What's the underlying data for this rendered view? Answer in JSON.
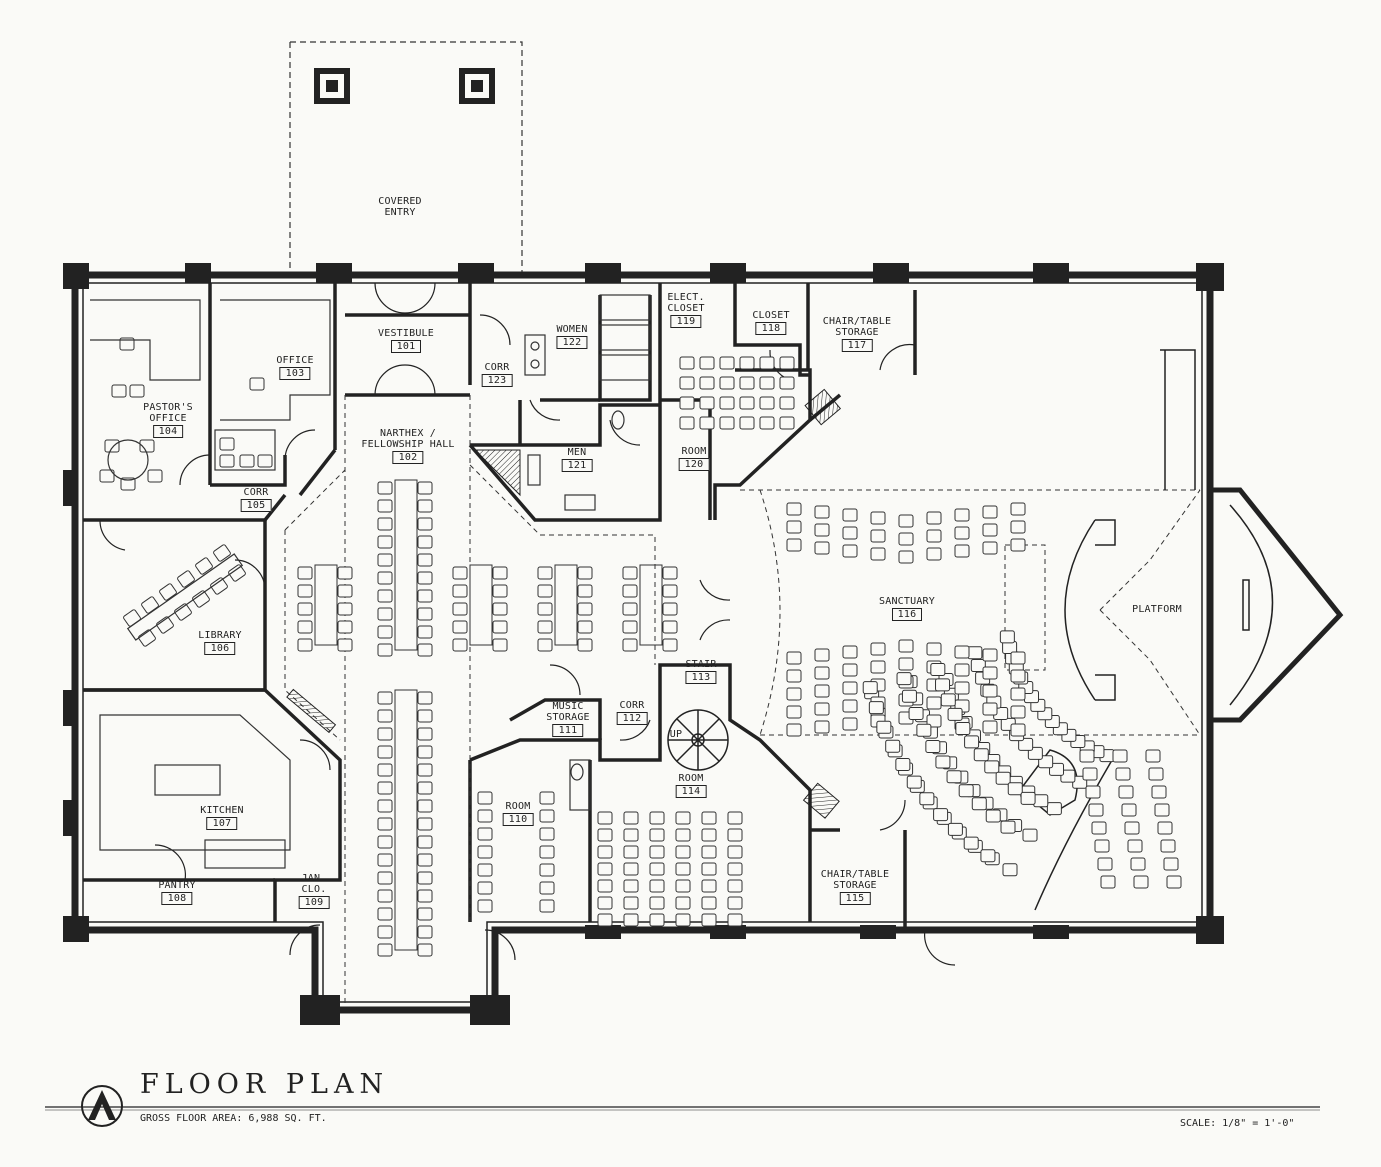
{
  "title": "FLOOR PLAN",
  "gross_area": "GROSS FLOOR AREA: 6,988 SQ. FT.",
  "scale": "SCALE: 1/8\" = 1'-0\"",
  "rooms": {
    "covered_entry": {
      "name": [
        "COVERED",
        "ENTRY"
      ]
    },
    "vestibule": {
      "name": [
        "VESTIBULE"
      ],
      "num": "101"
    },
    "narthex": {
      "name": [
        "NARTHEX /",
        "FELLOWSHIP HALL"
      ],
      "num": "102"
    },
    "office": {
      "name": [
        "OFFICE"
      ],
      "num": "103"
    },
    "pastors_office": {
      "name": [
        "PASTOR'S",
        "OFFICE"
      ],
      "num": "104"
    },
    "corr105": {
      "name": [
        "CORR"
      ],
      "num": "105"
    },
    "library": {
      "name": [
        "LIBRARY"
      ],
      "num": "106"
    },
    "kitchen": {
      "name": [
        "KITCHEN"
      ],
      "num": "107"
    },
    "pantry": {
      "name": [
        "PANTRY"
      ],
      "num": "108"
    },
    "jan_clo": {
      "name": [
        "JAN.",
        "CLO."
      ],
      "num": "109"
    },
    "room110": {
      "name": [
        "ROOM"
      ],
      "num": "110"
    },
    "music_storage": {
      "name": [
        "MUSIC",
        "STORAGE"
      ],
      "num": "111"
    },
    "corr112": {
      "name": [
        "CORR"
      ],
      "num": "112"
    },
    "stair": {
      "name": [
        "STAIR"
      ],
      "num": "113"
    },
    "room114": {
      "name": [
        "ROOM"
      ],
      "num": "114"
    },
    "chair_storage115": {
      "name": [
        "CHAIR/TABLE",
        "STORAGE"
      ],
      "num": "115"
    },
    "sanctuary": {
      "name": [
        "SANCTUARY"
      ],
      "num": "116"
    },
    "chair_storage117": {
      "name": [
        "CHAIR/TABLE",
        "STORAGE"
      ],
      "num": "117"
    },
    "closet": {
      "name": [
        "CLOSET"
      ],
      "num": "118"
    },
    "elect_closet": {
      "name": [
        "ELECT.",
        "CLOSET"
      ],
      "num": "119"
    },
    "room120": {
      "name": [
        "ROOM"
      ],
      "num": "120"
    },
    "men": {
      "name": [
        "MEN"
      ],
      "num": "121"
    },
    "women": {
      "name": [
        "WOMEN"
      ],
      "num": "122"
    },
    "corr123": {
      "name": [
        "CORR"
      ],
      "num": "123"
    },
    "platform": {
      "name": [
        "PLATFORM"
      ]
    }
  },
  "stair_label": "UP"
}
